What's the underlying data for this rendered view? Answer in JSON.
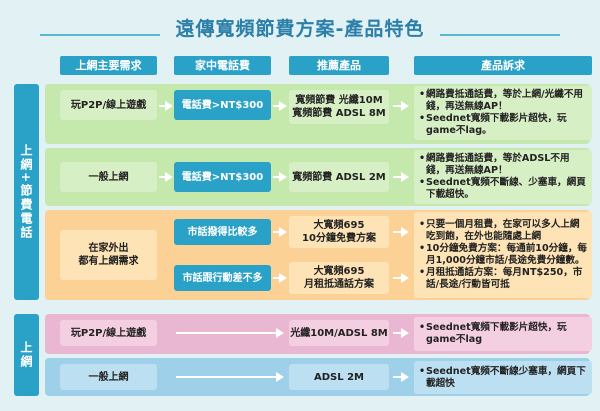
{
  "title": "遠傳寬頻節費方案-產品特色",
  "headers": {
    "need": "上網主要需求",
    "phone": "家中電話費",
    "product": "推薦產品",
    "claim": "產品訴求"
  },
  "side_labels": {
    "top": "上網+節費電話",
    "bottom": "上網"
  },
  "rows": {
    "r1": {
      "need": "玩P2P/線上遊戲",
      "phone": "電話費>NT$300",
      "product": "寬頻節費 光纖10M\n寬頻節費 ADSL 8M",
      "claims": [
        "網路費抵通話費，等於上網/光纖不用錢，再送無線AP！",
        "Seednet寬頻下載影片超快，玩game不lag。"
      ]
    },
    "r2": {
      "need": "一般上網",
      "phone": "電話費>NT$300",
      "product": "寬頻節費 ADSL 2M",
      "claims": [
        "網路費抵通話費，等於ADSL不用錢，再送無線AP！",
        "Seednet寬頻不斷線、少塞車，網頁下載超快。"
      ]
    },
    "r3": {
      "need": "在家外出\n都有上網需求",
      "phone_a": "市話撥得比較多",
      "phone_b": "市話跟行動差不多",
      "product_a": "大寬頻695\n10分鐘免費方案",
      "product_b": "大寬頻695\n月租抵通話方案",
      "claims": [
        "只要一個月租費，在家可以多人上網吃到飽，在外也能隨處上網",
        "10分鐘免費方案：每通前10分鐘，每月1,000分鐘市話/長途免費分鐘數。",
        "月租抵通話方案：每月NT$250，市話/長途/行動皆可抵"
      ]
    },
    "r4": {
      "need": "玩P2P/線上遊戲",
      "product": "光纖10M/ADSL 8M",
      "claims": [
        "Seednet寬頻下載影片超快，玩game不lag"
      ]
    },
    "r5": {
      "need": "一般上網",
      "product": "ADSL 2M",
      "claims": [
        "Seednet寬頻不斷線少塞車，網頁下載超快"
      ]
    }
  }
}
